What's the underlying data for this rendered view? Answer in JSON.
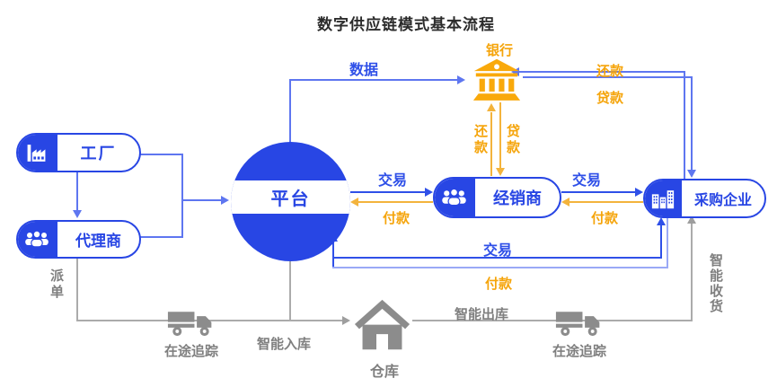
{
  "title": "数字供应链模式基本流程",
  "colors": {
    "primary_blue": "#2846E4",
    "connector_blue": "#5E76F0",
    "light_blue_line": "#9AA9F6",
    "orange_text": "#F5A40A",
    "orange_line": "#F3B33C",
    "bank_orange": "#F9A90B",
    "gray_icon": "#8C8C8C",
    "gray_text": "#7F7F7F",
    "gray_line": "#ABABAB",
    "title_color": "#2B2B2B"
  },
  "nodes": {
    "factory": {
      "label": "工厂",
      "icon": "factory-icon"
    },
    "agent": {
      "label": "代理商",
      "icon": "people-icon"
    },
    "platform": {
      "label": "平台"
    },
    "distributor": {
      "label": "经销商",
      "icon": "people-icon"
    },
    "buyer": {
      "label": "采购企业",
      "icon": "buildings-icon"
    },
    "bank": {
      "label": "银行",
      "icon": "bank-icon"
    },
    "warehouse": {
      "label": "仓库",
      "icon": "house-icon"
    },
    "truck_left": {
      "icon": "truck-icon"
    },
    "truck_right": {
      "icon": "truck-icon"
    }
  },
  "labels": {
    "data": "数据",
    "deal_platform_distributor": "交易",
    "pay_distributor_platform": "付款",
    "deal_distributor_buyer": "交易",
    "pay_buyer_distributor": "付款",
    "deal_platform_buyer": "交易",
    "pay_buyer_platform": "付款",
    "repay_buyer_bank": "还款",
    "loan_bank_buyer": "贷款",
    "repay_distributor_bank": "还款",
    "loan_bank_distributor": "贷款",
    "dispatch": "派单",
    "transit_tracking_left": "在途追踪",
    "smart_inbound": "智能入库",
    "smart_outbound": "智能出库",
    "transit_tracking_right": "在途追踪",
    "smart_receiving": "智能收货"
  }
}
